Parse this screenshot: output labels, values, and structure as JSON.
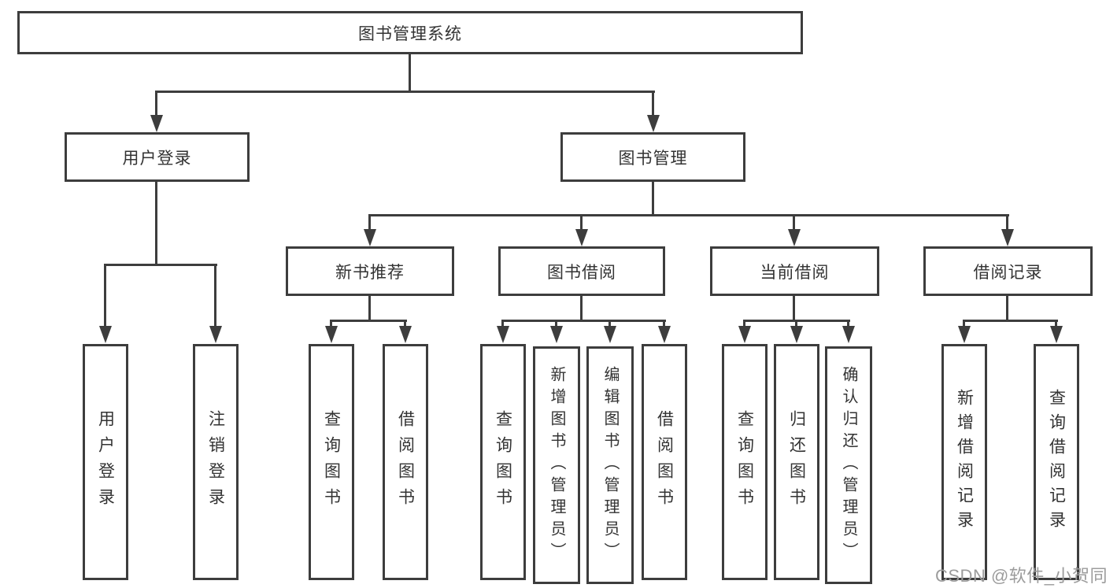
{
  "diagram_title": "图书管理系统",
  "tree": {
    "root": {
      "label": "图书管理系统"
    },
    "branches": [
      {
        "label": "用户登录",
        "children": [
          {
            "label": "用户登录"
          },
          {
            "label": "注销登录"
          }
        ]
      },
      {
        "label": "图书管理",
        "children": [
          {
            "label": "新书推荐",
            "children": [
              {
                "label": "查询图书"
              },
              {
                "label": "借阅图书"
              }
            ]
          },
          {
            "label": "图书借阅",
            "children": [
              {
                "label": "查询图书"
              },
              {
                "label": "新增图书（管理员）"
              },
              {
                "label": "编辑图书（管理员）"
              },
              {
                "label": "借阅图书"
              }
            ]
          },
          {
            "label": "当前借阅",
            "children": [
              {
                "label": "查询图书"
              },
              {
                "label": "归还图书"
              },
              {
                "label": "确认归还（管理员）"
              }
            ]
          },
          {
            "label": "借阅记录",
            "children": [
              {
                "label": "新增借阅记录"
              },
              {
                "label": "查询借阅记录"
              }
            ]
          }
        ]
      }
    ]
  },
  "watermark": "CSDN @软件_小贺同学",
  "colors": {
    "line": "#3d3d3d",
    "text": "#333333",
    "wm": "#9c9c9c",
    "bg": "#ffffff"
  }
}
